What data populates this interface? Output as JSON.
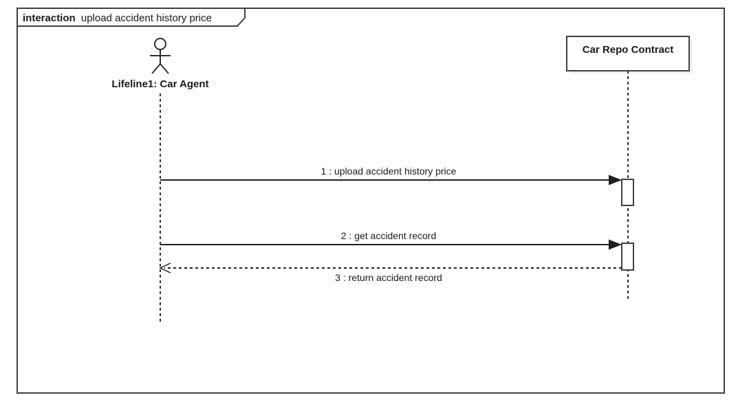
{
  "diagram": {
    "type": "uml-sequence-diagram",
    "frame": {
      "keyword": "interaction",
      "title": "upload accident history price"
    },
    "lifelines": [
      {
        "name": "Lifeline1: Car Agent",
        "kind": "actor"
      },
      {
        "name": "Car Repo Contract",
        "kind": "object"
      }
    ],
    "messages": [
      {
        "label": "1 : upload accident history price",
        "from": "Lifeline1: Car Agent",
        "to": "Car Repo Contract",
        "kind": "sync-solid-filled-arrow"
      },
      {
        "label": "2 : get accident record",
        "from": "Lifeline1: Car Agent",
        "to": "Car Repo Contract",
        "kind": "sync-solid-filled-arrow"
      },
      {
        "label": "3 : return accident record",
        "from": "Car Repo Contract",
        "to": "Lifeline1: Car Agent",
        "kind": "return-dashed-open-arrow"
      }
    ],
    "colors": {
      "stroke": "#3f3f3f",
      "text": "#1a1a1a",
      "background": "#ffffff",
      "box_shadow": "#f0f0f0"
    }
  }
}
